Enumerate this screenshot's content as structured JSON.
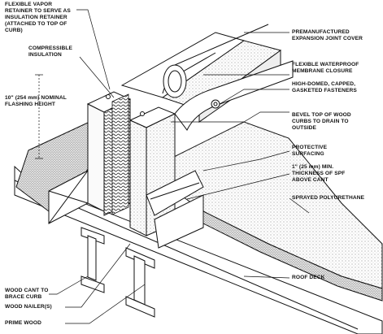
{
  "labels": {
    "vapor_retainer": "FLEXIBLE VAPOR\nRETAINER TO SERVE AS\nINSULATION RETAINER\n(ATTACHED TO TOP OF\nCURB)",
    "compressible_insulation": "COMPRESSIBLE\nINSULATION",
    "flashing_height": "10\" (254 mm) NOMINAL\nFLASHING HEIGHT",
    "expansion_cover": "PREMANUFACTURED\nEXPANSION JOINT COVER",
    "membrane_closure": "FLEXIBLE WATERPROOF\nMEMBRANE CLOSURE",
    "fasteners": "HIGH-DOMED, CAPPED,\nGASKETED FASTENERS",
    "bevel_curbs": "BEVEL TOP OF WOOD\nCURBS TO DRAIN TO\nOUTSIDE",
    "protective_surfacing": "PROTECTIVE\nSURFACING",
    "spf_thickness": "1\" (25 mm) MIN.\nTHICKNESS OF SPF\nABOVE CANT",
    "sprayed_polyurethane": "SPRAYED POLYURETHANE",
    "roof_deck": "ROOF DECK",
    "wood_cant": "WOOD CANT TO\nBRACE CURB",
    "wood_nailers": "WOOD NAILER(S)",
    "prime_wood": "PRIME WOOD"
  },
  "colors": {
    "ink": "#111111",
    "foam": "#d9d9d9",
    "paper": "#ffffff"
  }
}
